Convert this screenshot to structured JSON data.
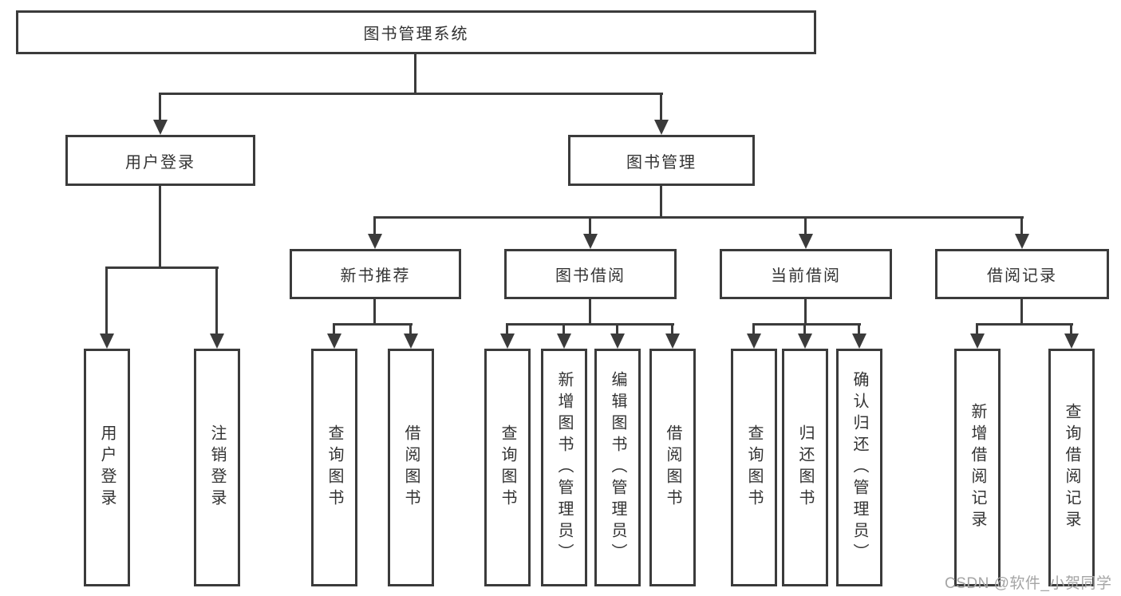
{
  "colors": {
    "line": "#3b3b3b",
    "text": "#333333",
    "box_fill": "#ffffff",
    "watermark": "#a5a5a5",
    "background": "#ffffff"
  },
  "tree": {
    "root": {
      "label": "图书管理系统"
    },
    "branches": [
      {
        "label": "用户登录",
        "children": [
          {
            "label": "用户登录"
          },
          {
            "label": "注销登录"
          }
        ]
      },
      {
        "label": "图书管理",
        "children": [
          {
            "label": "新书推荐",
            "children": [
              {
                "label": "查询图书"
              },
              {
                "label": "借阅图书"
              }
            ]
          },
          {
            "label": "图书借阅",
            "children": [
              {
                "label": "查询图书"
              },
              {
                "label": "新增图书（管理员）"
              },
              {
                "label": "编辑图书（管理员）"
              },
              {
                "label": "借阅图书"
              }
            ]
          },
          {
            "label": "当前借阅",
            "children": [
              {
                "label": "查询图书"
              },
              {
                "label": "归还图书"
              },
              {
                "label": "确认归还（管理员）"
              }
            ]
          },
          {
            "label": "借阅记录",
            "children": [
              {
                "label": "新增借阅记录"
              },
              {
                "label": "查询借阅记录"
              }
            ]
          }
        ]
      }
    ]
  },
  "watermark": {
    "text": "CSDN @软件_小贺同学"
  }
}
